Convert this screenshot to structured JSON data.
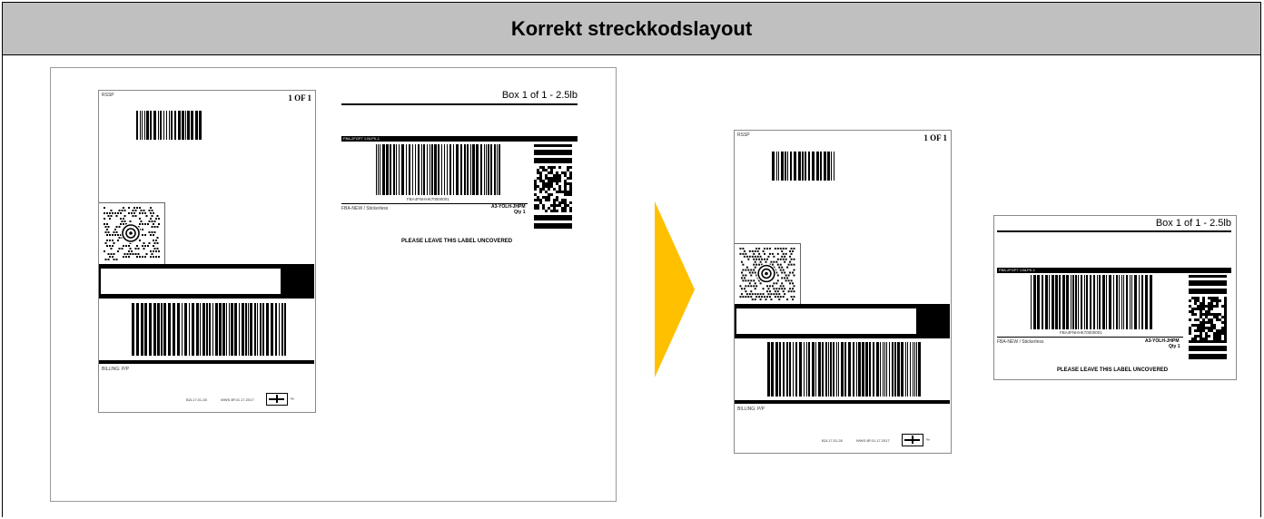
{
  "header": {
    "title": "Korrekt streckkodslayout"
  },
  "shipping_label": {
    "sender_code": "RSSP",
    "page_count": "1 OF 1",
    "billing": "BILLING: P/P",
    "footer_left": "B2L17.01.28",
    "footer_mid": "WWS 8F.01.17.2017"
  },
  "fba_label": {
    "box_info": "Box 1 of 1 - 2.5lb",
    "shipment_id": "FBA-2FGP7 1:BLPK-1",
    "barcode_text": "FBA4FNHHK70000001",
    "product": "FBA-NEW / Stickerless",
    "sku": "A3-YOLH-JHPM",
    "qty": "Qty 1",
    "notice": "PLEASE LEAVE THIS LABEL UNCOVERED"
  },
  "colors": {
    "header_bg": "#c0c0c0",
    "arrow": "#ffc000"
  },
  "icons": {
    "arrow": "right-triangle-arrow"
  }
}
